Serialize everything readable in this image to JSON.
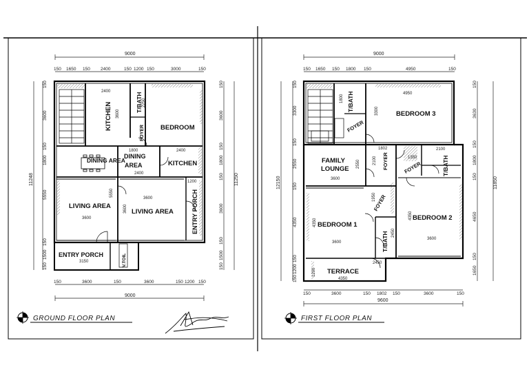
{
  "ground": {
    "caption": "GROUND FLOOR PLAN",
    "rooms": {
      "kitchen1": "KITCHEN",
      "tbath": "T/BATH",
      "foyer": "FOYER",
      "bedroom": "BEDROOM",
      "dining1": "DINING AREA",
      "dining2": "DINING",
      "dining2b": "AREA",
      "kitchen2": "KITCHEN",
      "living1": "LIVING AREA",
      "living2": "LIVING AREA",
      "entry_porch_v": "ENTRY PORCH",
      "entry_porch": "ENTRY PORCH",
      "vtoilet": "V.TOIL"
    },
    "dims": {
      "overall_top": "9000",
      "top_segments": [
        "150",
        "1650",
        "150",
        "2400",
        "150",
        "1200",
        "150",
        "3000",
        "150"
      ],
      "overall_bottom": "9000",
      "bottom_segments": [
        "150",
        "3600",
        "150",
        "3600",
        "150",
        "1200",
        "150"
      ],
      "left_overall": "11248",
      "left_segments": [
        "150",
        "3600",
        "150",
        "1800",
        "5550",
        "150",
        "1500",
        "150"
      ],
      "right_overall": "11250",
      "right_segments": [
        "150",
        "3600",
        "150",
        "1800",
        "150",
        "3600",
        "150",
        "1500",
        "150"
      ],
      "inner": {
        "k1_w": "2400",
        "k1_h": "3600",
        "tb_h": "2250",
        "d1_w": "1800",
        "d1_w2": "2400",
        "k2_w": "2400",
        "la1_h": "5550",
        "la1_w": "3600",
        "la2_h": "3600",
        "la2_w": "3600",
        "ep_w": "3150",
        "ep_h": "1200"
      }
    }
  },
  "first": {
    "caption": "FIRST FLOOR PLAN",
    "rooms": {
      "tbath1": "T/BATH",
      "foyer1": "FOYER",
      "bedroom3": "BEDROOM 3",
      "family1": "FAMILY",
      "family2": "LOUNGE",
      "foyer2": "FOYER",
      "foyer3": "FOYER",
      "tbath2": "T/BATH",
      "foyer4": "FOYER",
      "bedroom1": "BEDROOM 1",
      "tbath3": "T/BATH",
      "bedroom2": "BEDROOM 2",
      "terrace": "TERRACE"
    },
    "dims": {
      "overall_top": "9000",
      "top_segments": [
        "150",
        "1650",
        "150",
        "1800",
        "150",
        "4950",
        "150"
      ],
      "overall_bottom": "9600",
      "bottom_segments": [
        "150",
        "3600",
        "150",
        "1802",
        "150",
        "3600",
        "150"
      ],
      "left_overall": "12150",
      "left_segments": [
        "150",
        "3300",
        "150",
        "2550",
        "150",
        "4350",
        "150",
        "1200",
        "150"
      ],
      "right_overall": "11850",
      "right_segments": [
        "150",
        "3630",
        "150",
        "1800",
        "150",
        "4650",
        "150",
        "1650"
      ],
      "inner": {
        "tb_h": "1800",
        "b3_w": "4950",
        "b3_h": "3300",
        "fl_w": "3600",
        "fl_h": "2550",
        "fy_w": "1802",
        "fy_h": "2100",
        "tb2_w": "2100",
        "tb2_h": "1350",
        "fy4_h": "1950",
        "b1_h": "4350",
        "b1_w": "3600",
        "tb3_h": "2450",
        "b2_h": "4350",
        "b2_w": "3600",
        "tr_w": "4350",
        "tr_h": "1200",
        "tr_s": "2450"
      }
    }
  }
}
